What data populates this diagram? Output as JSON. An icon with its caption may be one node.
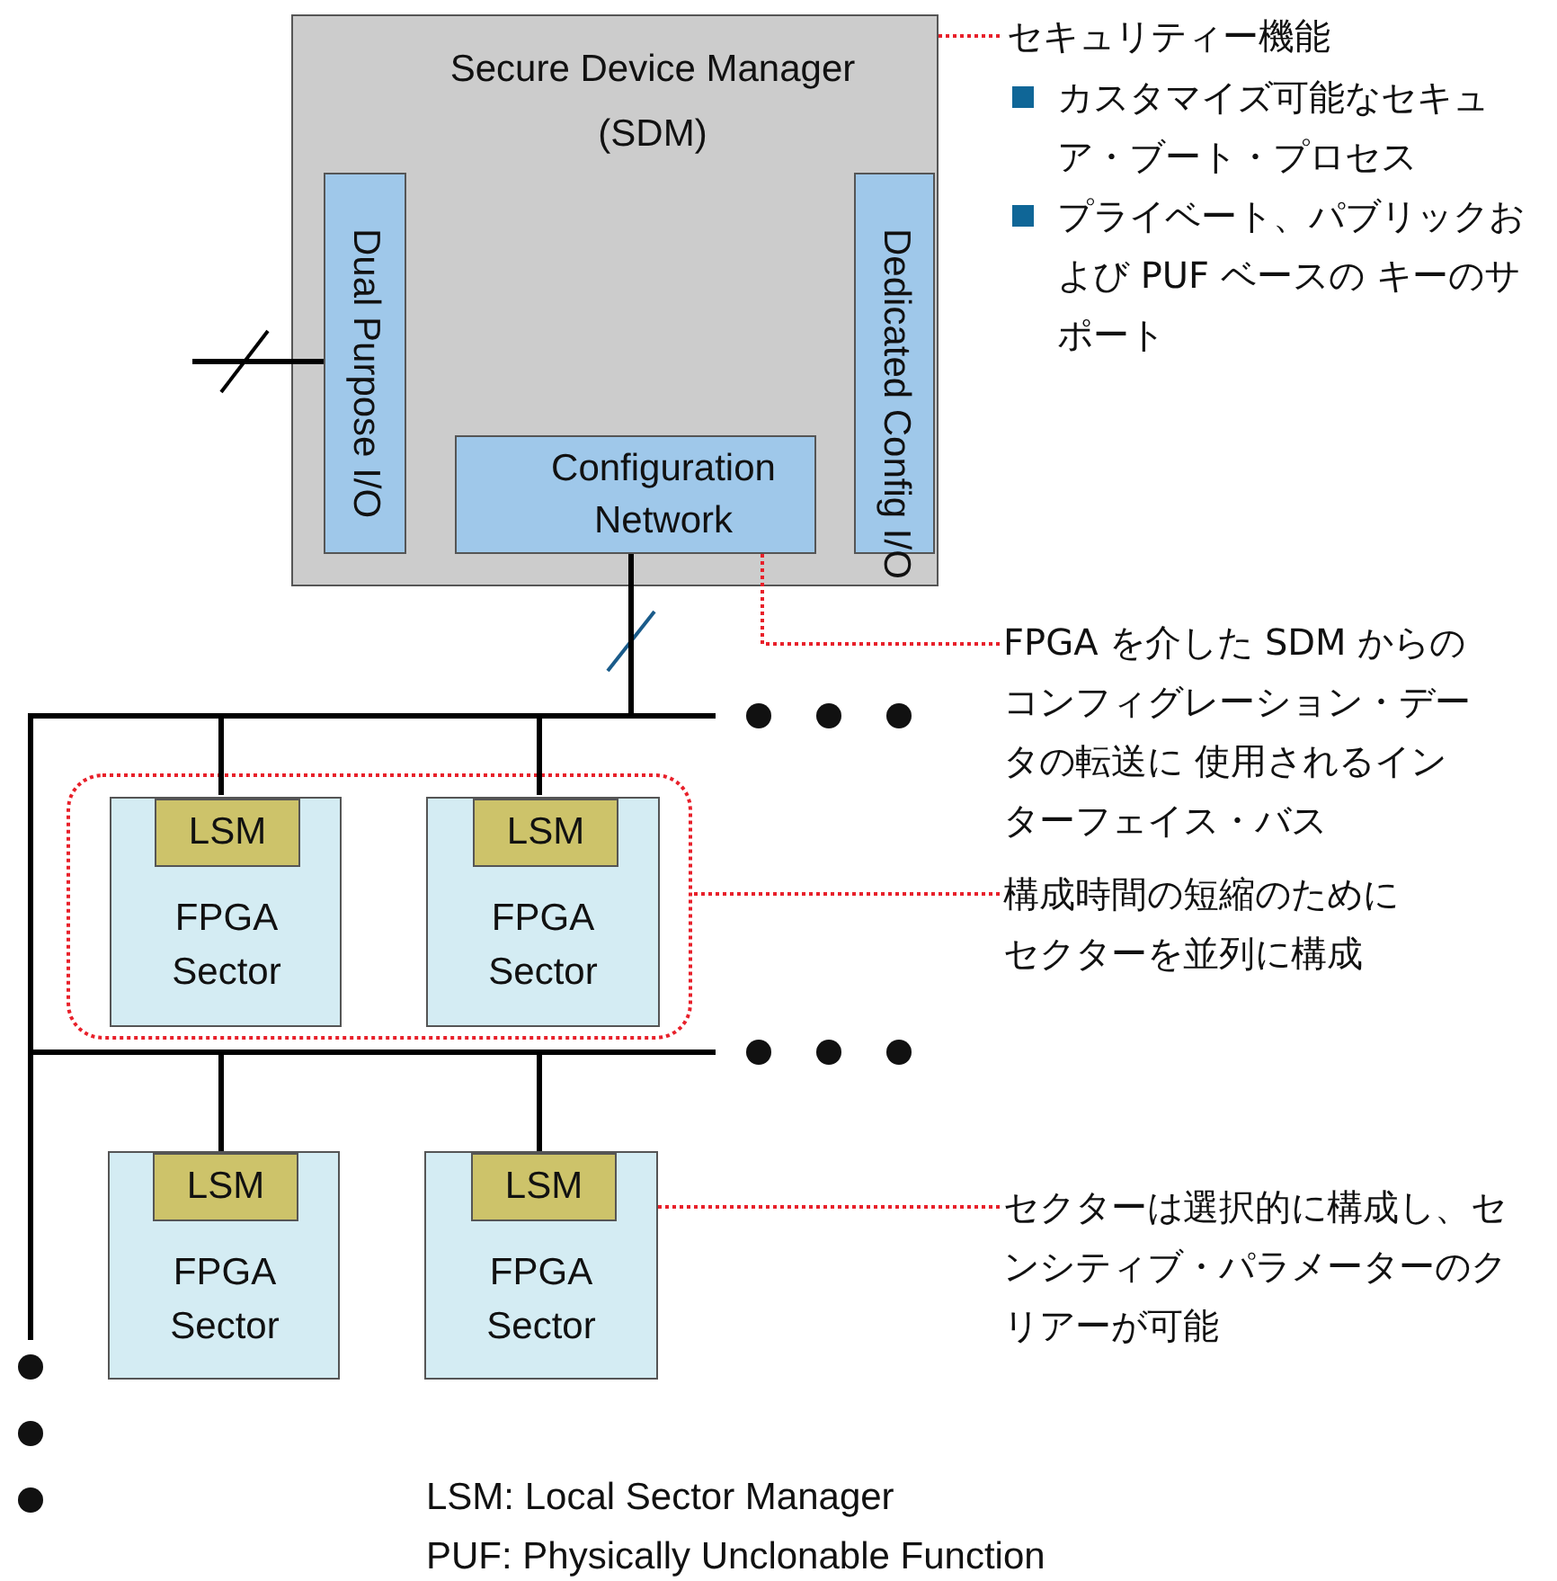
{
  "diagram": {
    "nodes": [
      {
        "text": [
          "Secure Device Manager (SDM)"
        ]
      },
      {
        "text": [
          "Dual Purpose I/O"
        ],
        "in": 0
      },
      {
        "text": [
          "Dedicated Config I/O"
        ],
        "in": 0
      },
      {
        "text": [
          "Configuration Network"
        ],
        "in": 0
      },
      {
        "text": [],
        "shape": "box"
      },
      {
        "text": [
          "FPGA Sector"
        ],
        "in": 4
      },
      {
        "text": [
          "LSM"
        ],
        "in": 5
      },
      {
        "text": [
          "FPGA Sector"
        ],
        "in": 4
      },
      {
        "text": [
          "LSM"
        ],
        "in": 7
      },
      {
        "text": [
          "FPGA Sector"
        ]
      },
      {
        "text": [
          "LSM"
        ],
        "in": 9
      },
      {
        "text": [
          "FPGA Sector"
        ]
      },
      {
        "text": [
          "LSM"
        ],
        "in": 11
      },
      {
        "text": [
          "セキュリティー機能",
          "カスタマイズ可能なセキュア・ブート・プロセス",
          "プライベート、パブリックおよび PUF ベースの キーのサポート"
        ]
      },
      {
        "text": [
          "FPGA を介した SDM からのコンフィグレーション・データの転送に 使用されるインターフェイス・バス"
        ]
      },
      {
        "text": [
          "構成時間の短縮のためにセクターを並列に構成"
        ]
      },
      {
        "text": [
          "セクターは選択的に構成し、センシティブ・パラメーターのクリアーが可能"
        ]
      }
    ],
    "edges": [
      {
        "from": 3,
        "to": 5,
        "arrow": "none"
      },
      {
        "from": 3,
        "to": 7,
        "arrow": "none"
      },
      {
        "from": 3,
        "to": 9,
        "arrow": "none"
      },
      {
        "from": 3,
        "to": 11,
        "arrow": "none"
      },
      {
        "from": null,
        "to": 1,
        "arrow": "none"
      },
      {
        "from": 13,
        "to": 0,
        "arrow": "none",
        "style": "dashed",
        "color": "#e8202a"
      },
      {
        "from": 14,
        "to": 3,
        "arrow": "none",
        "style": "dashed",
        "color": "#e8202a"
      },
      {
        "from": 15,
        "to": 4,
        "arrow": "none",
        "style": "dashed",
        "color": "#e8202a"
      },
      {
        "from": 16,
        "to": 11,
        "arrow": "none",
        "style": "dashed",
        "color": "#e8202a"
      }
    ],
    "labels": [
      "LSM: Local Sector Manager",
      "PUF: Physically Unclonable Function"
    ]
  }
}
